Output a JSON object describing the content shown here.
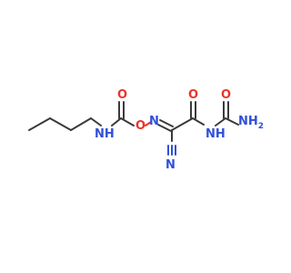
{
  "molecule": {
    "atoms": {
      "o_carbamate": "O",
      "nh_butyl": "NH",
      "o_ether": "O",
      "n_oxime": "N",
      "o_amide": "O",
      "nh_urea": "NH",
      "o_urea": "O",
      "nh2": "NH",
      "nh2_sub": "2",
      "n_nitrile": "N"
    },
    "colors": {
      "carbon_bond": "#3a3a3a",
      "oxygen": "#e8352c",
      "nitrogen": "#2f4fd8"
    }
  }
}
